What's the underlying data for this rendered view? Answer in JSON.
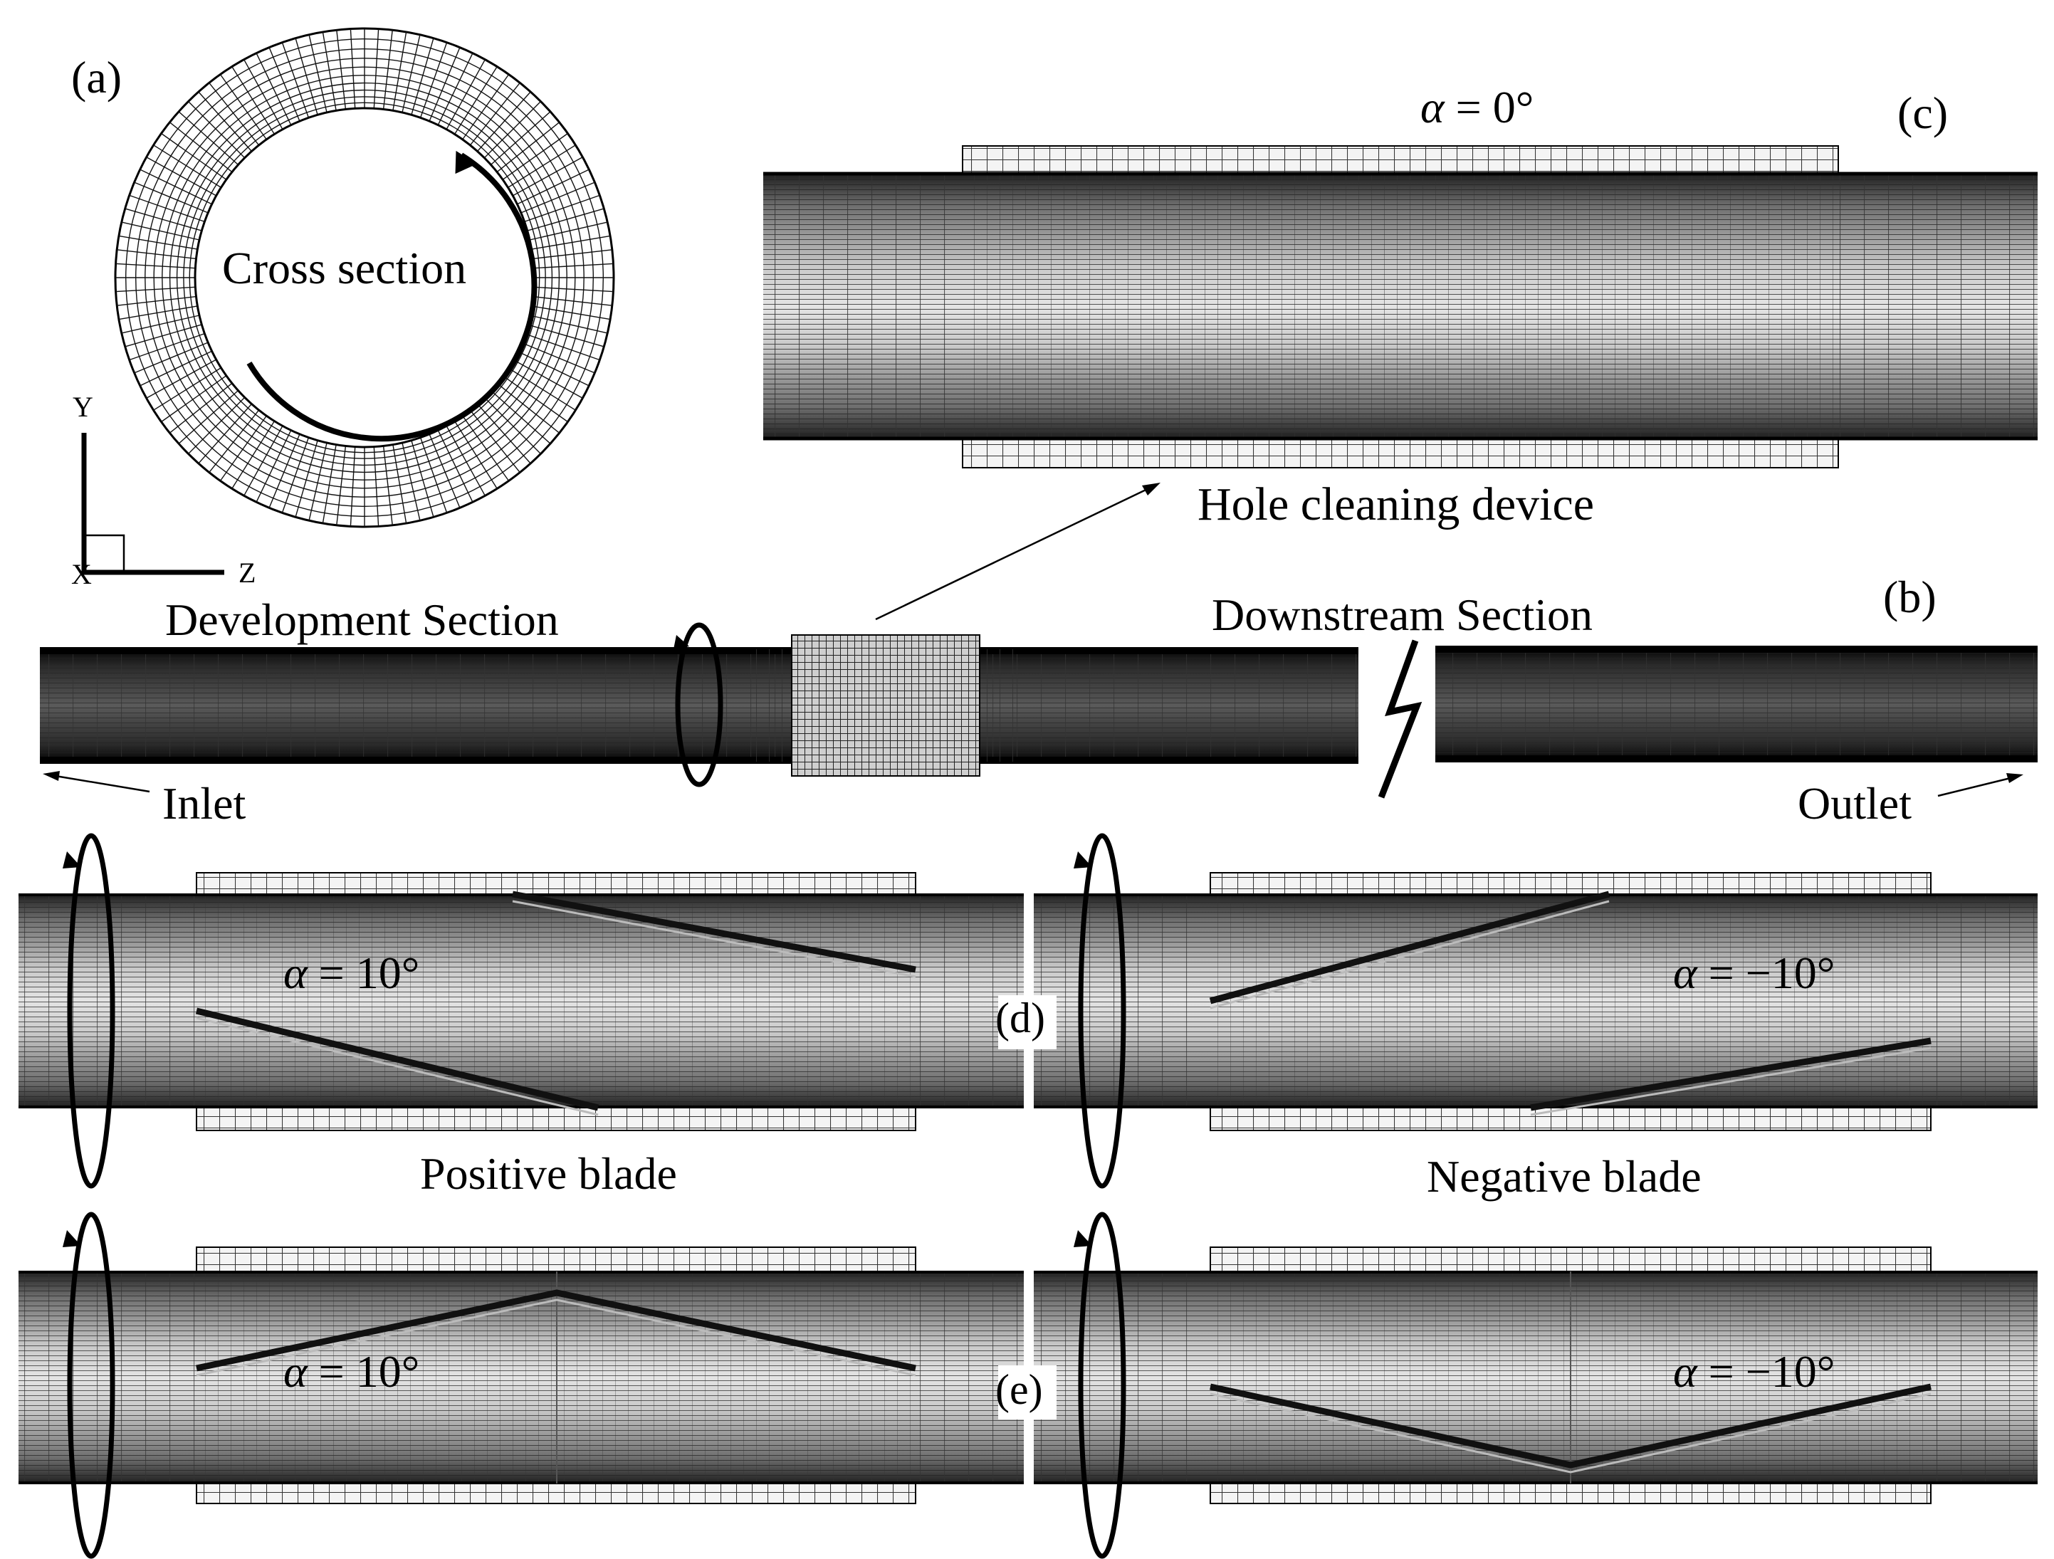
{
  "panel_labels": {
    "a": "(a)",
    "b": "(b)",
    "c": "(c)",
    "d": "(d)",
    "e": "(e)"
  },
  "labels": {
    "cross_section": "Cross section",
    "development_section": "Development Section",
    "downstream_section": "Downstream Section",
    "inlet": "Inlet",
    "outlet": "Outlet",
    "hole_cleaning_device": "Hole cleaning device",
    "positive_blade": "Positive blade",
    "negative_blade": "Negative blade"
  },
  "axes": {
    "y": "Y",
    "z": "Z",
    "x": "X"
  },
  "angles": {
    "c": {
      "symbol": "α",
      "value": " = 0°"
    },
    "d_left": {
      "symbol": "α",
      "value": " = 10°"
    },
    "d_right": {
      "symbol": "α",
      "value": " = −10°"
    },
    "e_left": {
      "symbol": "α",
      "value": " = 10°"
    },
    "e_right": {
      "symbol": "α",
      "value": " = −10°"
    }
  },
  "colors": {
    "mesh_dark": "#1a1a1a",
    "mesh_mid": "#8c8c8c",
    "mesh_light": "#e6e6e6",
    "line": "#000000"
  }
}
